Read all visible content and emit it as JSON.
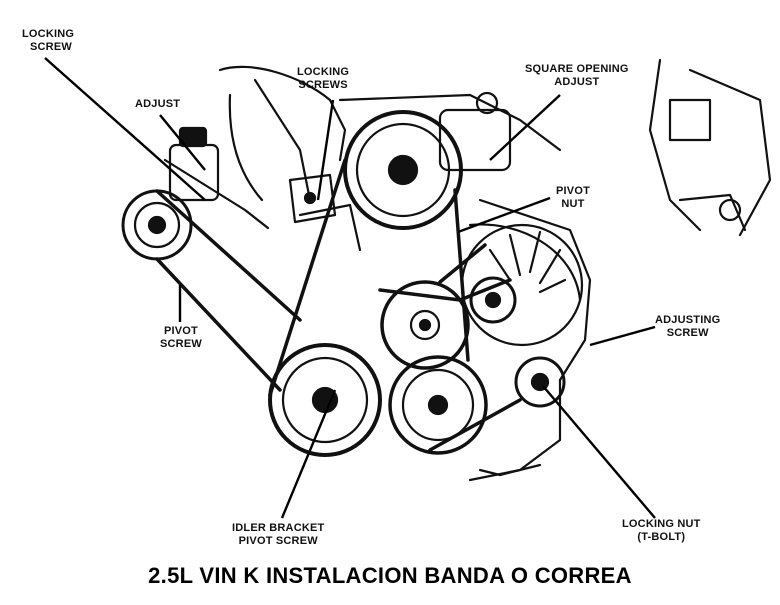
{
  "title": "2.5L VIN K INSTALACION BANDA O CORREA",
  "labels": {
    "locking_screw": [
      "LOCKING",
      "SCREW"
    ],
    "adjust": [
      "ADJUST"
    ],
    "locking_screws": [
      "LOCKING",
      "SCREWS"
    ],
    "square_opening_adjust": [
      "SQUARE OPENING",
      "ADJUST"
    ],
    "pivot_nut": [
      "PIVOT",
      "NUT"
    ],
    "pivot_screw": [
      "PIVOT",
      "SCREW"
    ],
    "adjusting_screw": [
      "ADJUSTING",
      "SCREW"
    ],
    "idler_bracket_pivot_screw": [
      "IDLER BRACKET",
      "PIVOT SCREW"
    ],
    "locking_nut": [
      "LOCKING NUT",
      "(T-BOLT)"
    ]
  },
  "colors": {
    "ink": "#111111",
    "paper": "#ffffff"
  }
}
